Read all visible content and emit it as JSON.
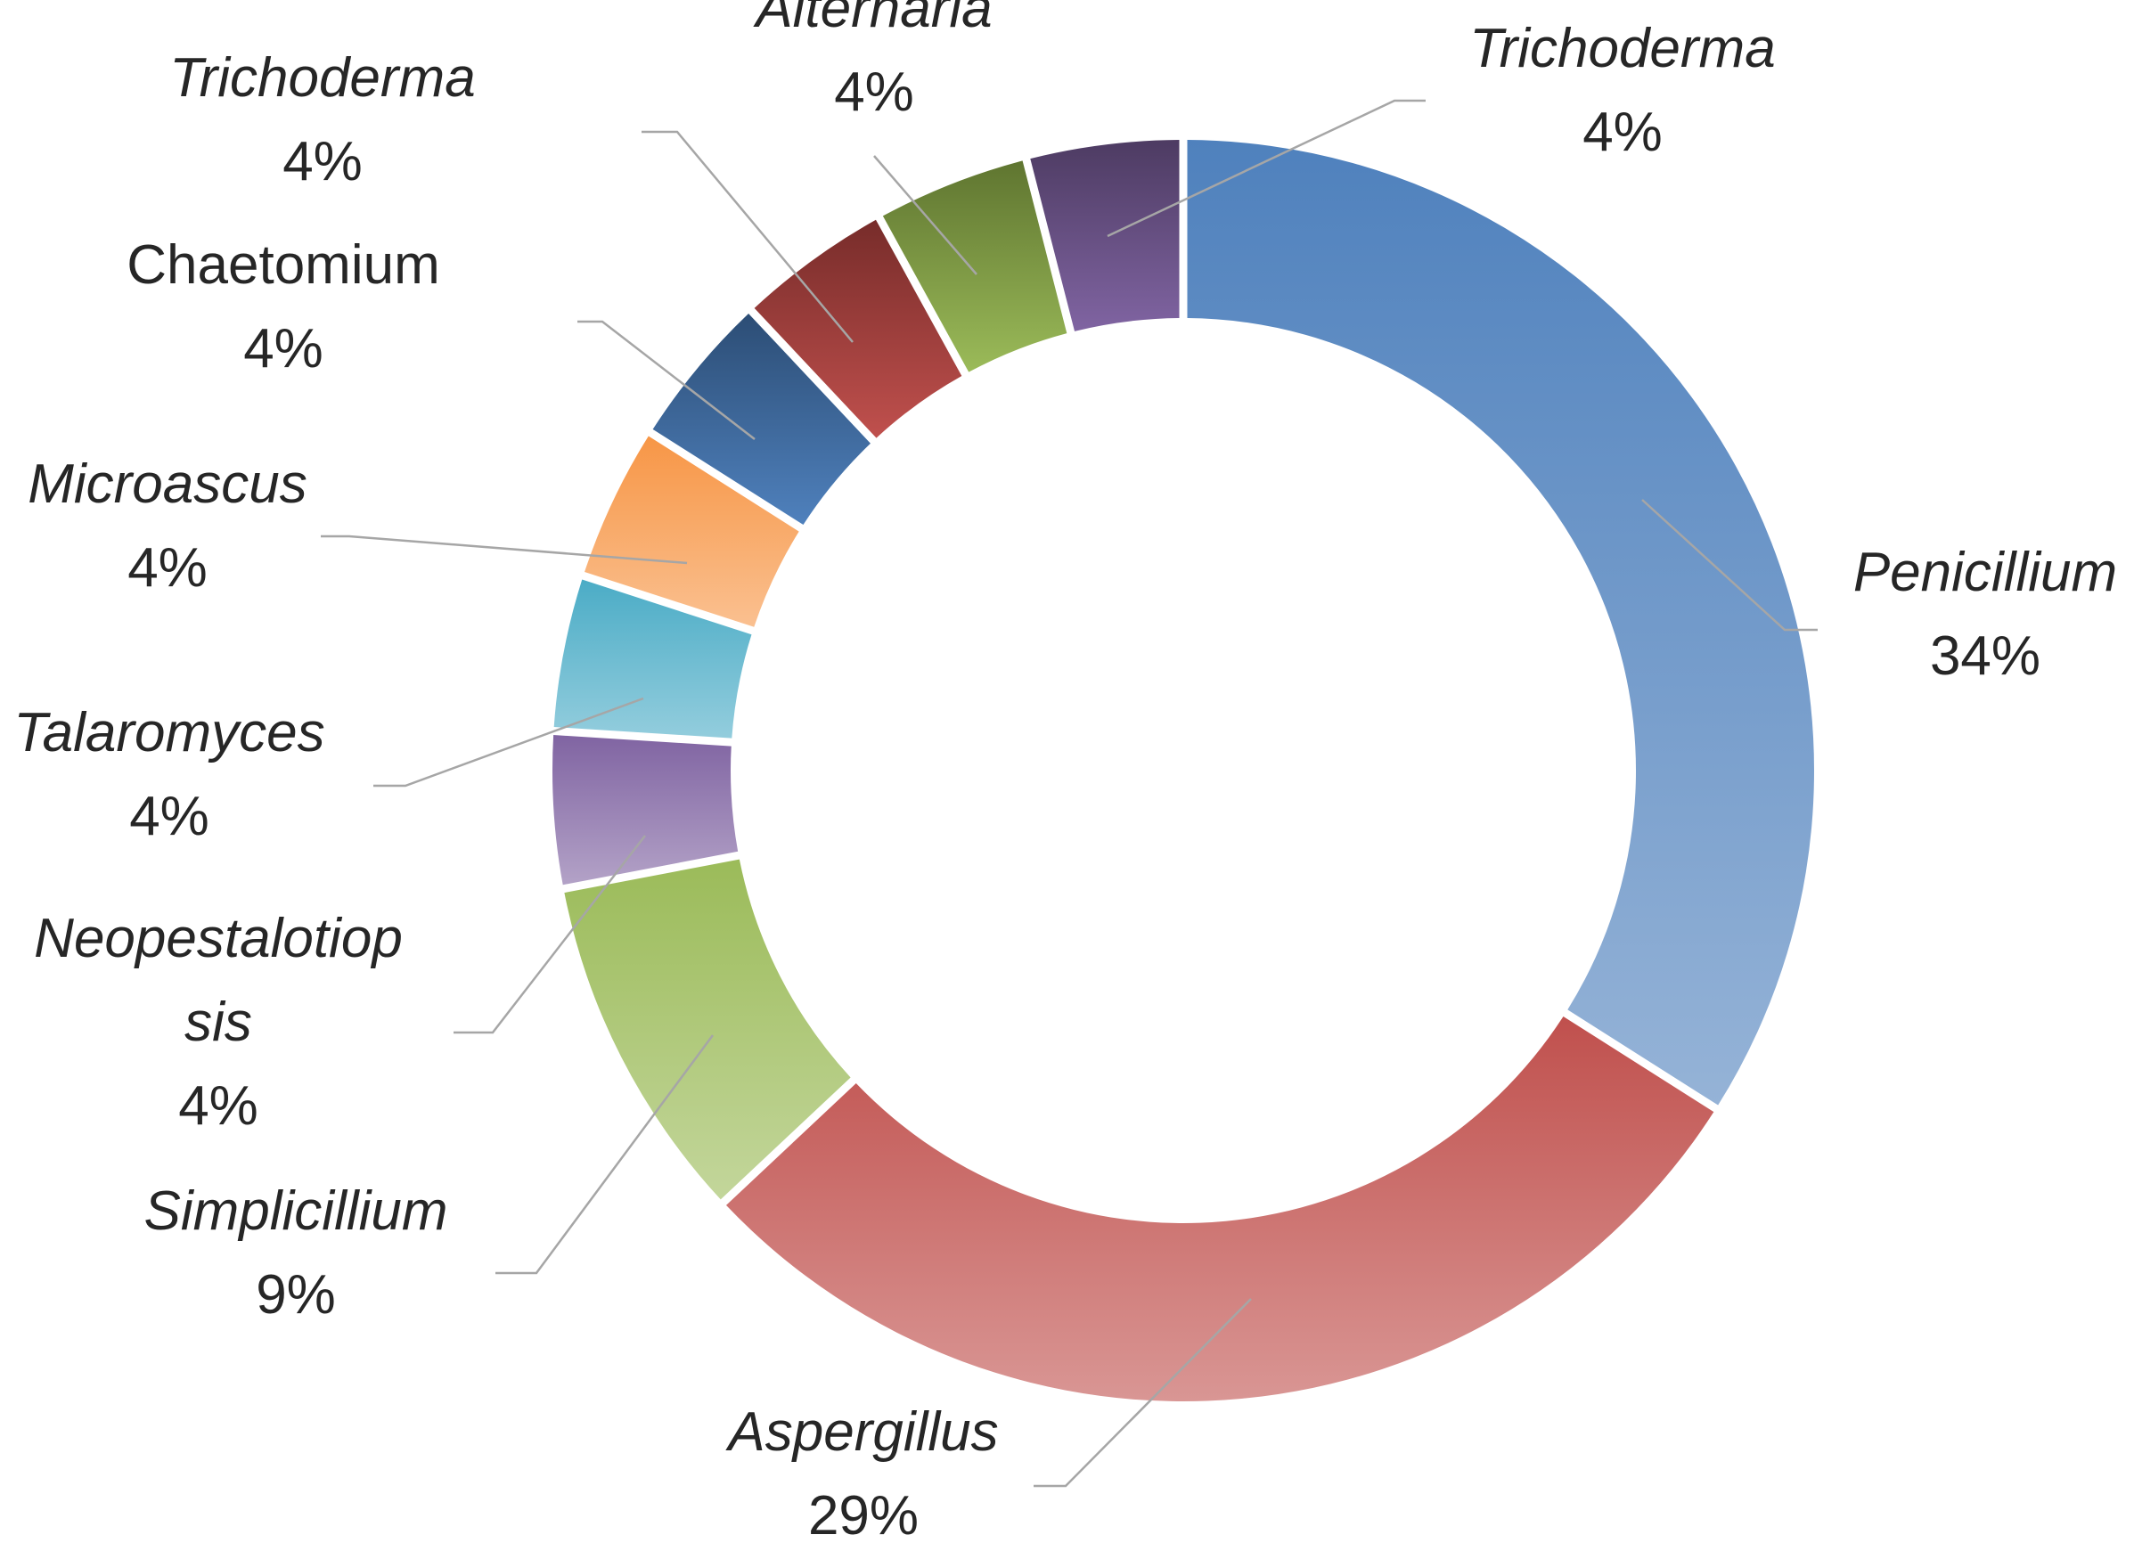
{
  "chart_data": {
    "type": "pie",
    "donut": true,
    "legend": "none",
    "slices": [
      {
        "label": "Penicillium",
        "italic": true,
        "value": 34,
        "percent_label": "34%",
        "color": "#4f81bd",
        "color_light": "#95b3d7"
      },
      {
        "label": "Aspergillus",
        "italic": true,
        "value": 29,
        "percent_label": "29%",
        "color": "#c0504d",
        "color_light": "#d99694"
      },
      {
        "label": "Simplicillium",
        "italic": true,
        "value": 9,
        "percent_label": "9%",
        "color": "#9bbb59",
        "color_light": "#c3d69b"
      },
      {
        "label": "Neopestalotiopsis",
        "italic": true,
        "value": 4,
        "percent_label": "4%",
        "color": "#8064a2",
        "color_light": "#b3a2c7",
        "label_lines": [
          "Neopestalotiop",
          "sis"
        ]
      },
      {
        "label": "Talaromyces",
        "italic": true,
        "value": 4,
        "percent_label": "4%",
        "color": "#4bacc6",
        "color_light": "#93cddd"
      },
      {
        "label": "Microascus",
        "italic": true,
        "value": 4,
        "percent_label": "4%",
        "color": "#f79646",
        "color_light": "#fac090"
      },
      {
        "label": "Chaetomium",
        "italic": false,
        "value": 4,
        "percent_label": "4%",
        "color": "#2c4d75",
        "color_light": "#4f81bd"
      },
      {
        "label": "Trichoderma",
        "italic": true,
        "value": 4,
        "percent_label": "4%",
        "color": "#772c2a",
        "color_light": "#c0504d"
      },
      {
        "label": "Alternaria",
        "italic": true,
        "value": 4,
        "percent_label": "4%",
        "color": "#5f7530",
        "color_light": "#9bbb59"
      },
      {
        "label": "Trichoderma",
        "italic": true,
        "value": 4,
        "percent_label": "4%",
        "color": "#4d3b62",
        "color_light": "#8064a2"
      }
    ]
  }
}
